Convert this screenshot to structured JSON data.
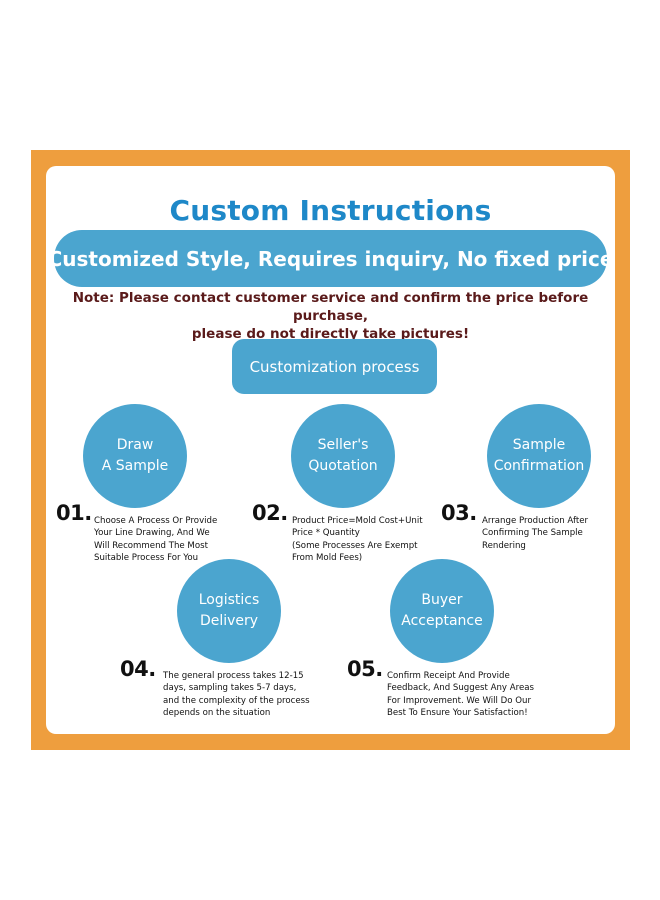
{
  "title": "Custom Instructions",
  "banner": "Customized Style, Requires inquiry, No fixed price",
  "note": {
    "line1": "Note: Please contact customer service and confirm the price before purchase,",
    "line2": "please do not directly take pictures!"
  },
  "process_label": "Customization process",
  "colors": {
    "frame": "#EE9E3E",
    "accent": "#4BA5CF",
    "title": "#1E88C8",
    "note": "#5A1A1A"
  },
  "steps": [
    {
      "number": "01.",
      "name_lines": [
        "Draw",
        "A Sample"
      ],
      "desc_lines": [
        "Choose A Process Or Provide",
        "Your Line Drawing, And We",
        "Will Recommend The Most",
        "Suitable Process For You"
      ]
    },
    {
      "number": "02.",
      "name_lines": [
        "Seller's",
        "Quotation"
      ],
      "desc_lines": [
        "Product Price=Mold Cost+Unit",
        "Price * Quantity",
        "(Some Processes Are Exempt",
        "From Mold Fees)"
      ]
    },
    {
      "number": "03.",
      "name_lines": [
        "Sample",
        "Confirmation"
      ],
      "desc_lines": [
        "Arrange Production After",
        "Confirming The Sample",
        "Rendering"
      ]
    },
    {
      "number": "04.",
      "name_lines": [
        "Logistics",
        "Delivery"
      ],
      "desc_lines": [
        "The general process takes 12-15",
        "days, sampling takes 5-7 days,",
        "and the complexity of the process",
        "depends on the situation"
      ]
    },
    {
      "number": "05.",
      "name_lines": [
        "Buyer",
        "Acceptance"
      ],
      "desc_lines": [
        "Confirm Receipt And Provide",
        "Feedback, And Suggest Any Areas",
        "For Improvement. We Will Do Our",
        "Best To Ensure Your Satisfaction!"
      ]
    }
  ]
}
